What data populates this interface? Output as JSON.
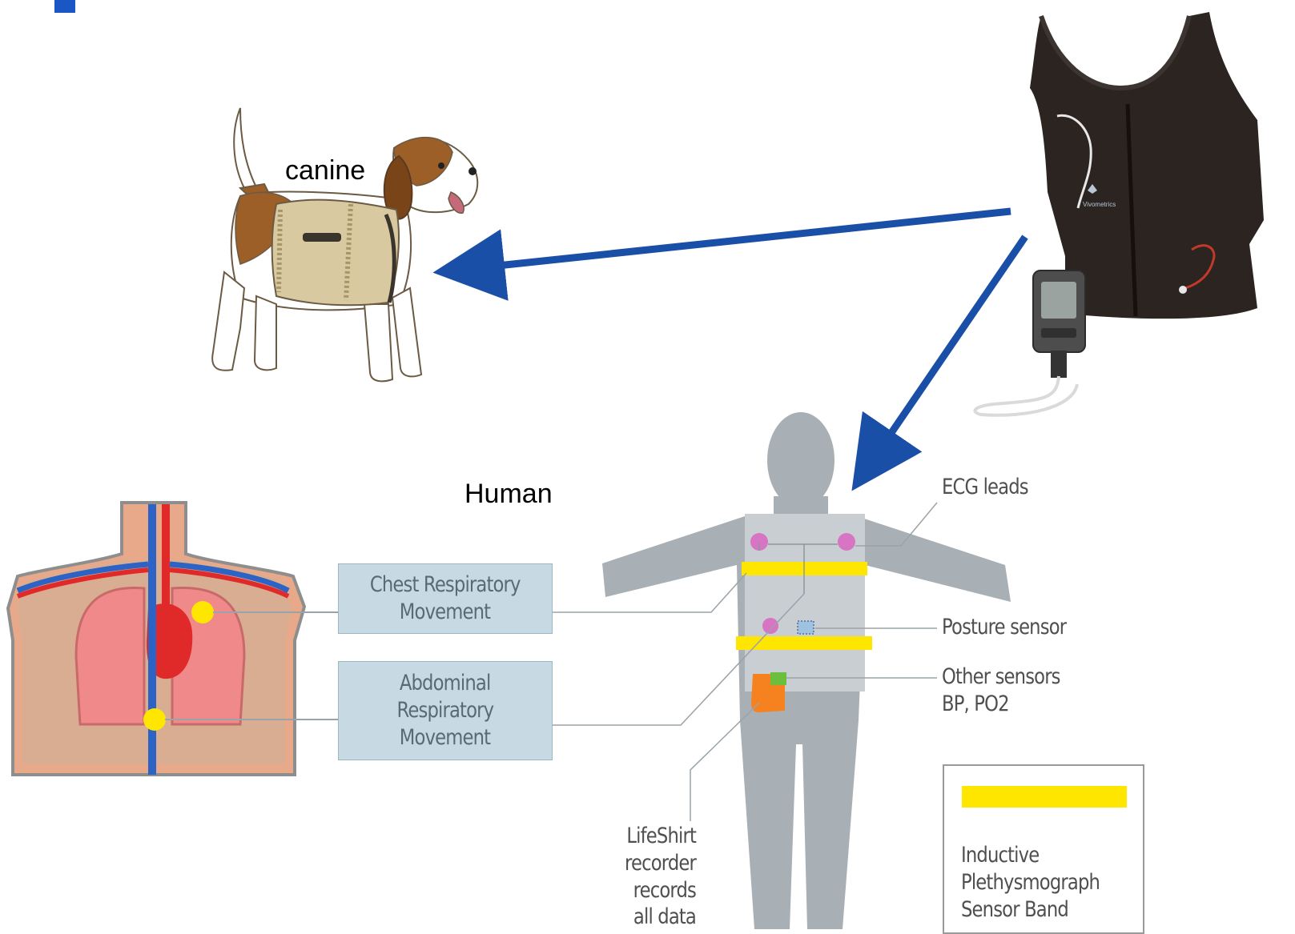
{
  "labels": {
    "canine": "canine",
    "human": "Human"
  },
  "boxes": {
    "chest": [
      "Chest Respiratory",
      "Movement"
    ],
    "abdominal": [
      "Abdominal",
      "Respiratory",
      "Movement"
    ]
  },
  "callouts": {
    "ecg": "ECG leads",
    "posture": "Posture sensor",
    "other": [
      "Other sensors",
      "BP, PO2"
    ],
    "recorder": [
      "LifeShirt",
      "recorder",
      "records",
      "all data"
    ]
  },
  "legend": {
    "text": [
      "Inductive",
      "Plethysmograph",
      "Sensor Band"
    ]
  },
  "colors": {
    "arrow": "#1a4fa8",
    "title_bar": "#1b57c4",
    "band": "#ffe600",
    "body_gray": "#a8b0b5",
    "vest_panel": "#c9ced2",
    "electrode": "#d774c4",
    "box_fill": "#c7dae3"
  }
}
